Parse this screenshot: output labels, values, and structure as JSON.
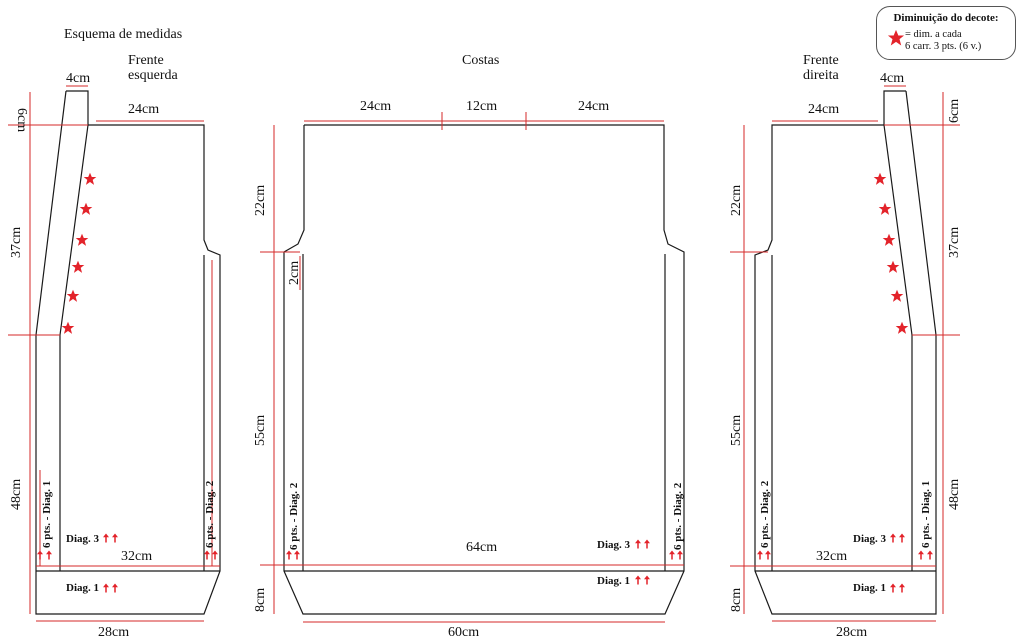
{
  "title": "Esquema de medidas",
  "pieces": {
    "left_front": "Frente\nesquerda",
    "back": "Costas",
    "right_front": "Frente\ndireita"
  },
  "legend": {
    "title": "Diminuição do decote:",
    "line1": "= dim. a cada",
    "line2": "6 carr. 3 pts. (6 v.)"
  },
  "measures": {
    "cm4": "4cm",
    "cm6": "6cm",
    "cm24": "24cm",
    "cm12": "12cm",
    "cm37": "37cm",
    "cm48": "48cm",
    "cm22": "22cm",
    "cm2": "2cm",
    "cm55": "55cm",
    "cm8": "8cm",
    "cm32": "32cm",
    "cm64": "64cm",
    "cm28": "28cm",
    "cm60": "60cm"
  },
  "notes": {
    "diag1": "Diag. 1",
    "diag3": "Diag. 3",
    "pts_diag1": "6 pts. - Diag. 1",
    "pts_diag2": "6 pts. - Diag. 2"
  },
  "colors": {
    "measure": "#d42a2a",
    "star": "#e3232a",
    "outline": "#1a1a1a"
  },
  "icons": {
    "decrease_marker": "red-star-icon",
    "direction": "up-arrow-icon"
  }
}
